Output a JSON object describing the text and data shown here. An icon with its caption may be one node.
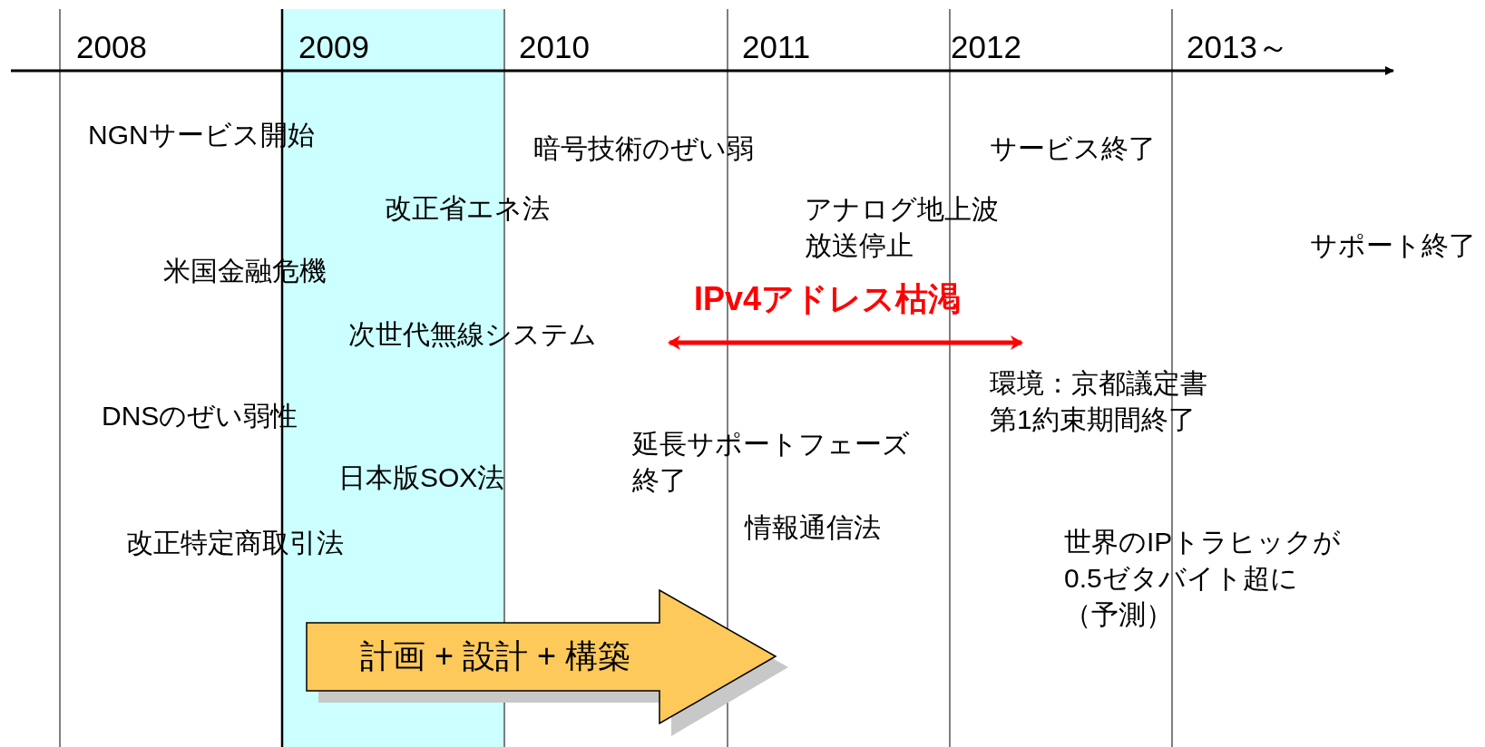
{
  "diagram": {
    "nodes": [
      {
        "text": [
          "計画 + 設計 + 構築"
        ]
      }
    ],
    "labels": [
      "2008",
      "2009",
      "2010",
      "2011",
      "2012",
      "2013～",
      "NGNサービス開始",
      "暗号技術のぜい弱",
      "サービス終了",
      "改正省エネ法",
      "アナログ地上波放送停止",
      "サポート終了",
      "米国金融危機",
      "IPv4アドレス枯渇",
      "次世代無線システム",
      "環境：京都議定書第1約束期間終了",
      "DNSのぜい弱性",
      "延長サポートフェーズ終了",
      "日本版SOX法",
      "改正特定商取引法",
      "情報通信法",
      "世界のIPトラヒックが0.5ゼタバイト超に（予測）"
    ]
  }
}
